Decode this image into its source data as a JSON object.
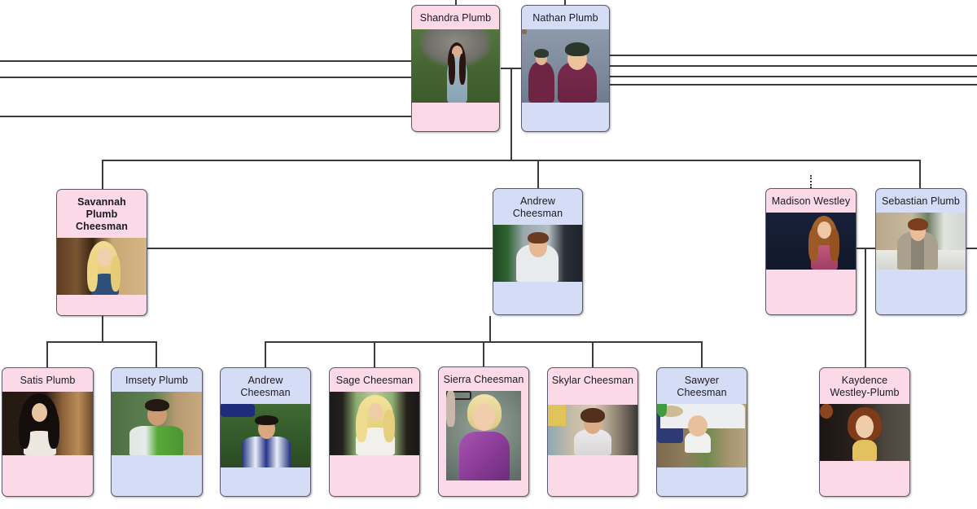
{
  "diagram": {
    "type": "family-tree",
    "generations": 3,
    "colors": {
      "female_card": "#fcd9e6",
      "male_card": "#d5dcf5",
      "card_border": "#5a5a6e",
      "connector_line": "#3a3a3a",
      "background": "#ffffff"
    }
  },
  "people": [
    {
      "id": "shandra",
      "name": "Shandra Plumb",
      "sex": "female",
      "generation": 1,
      "focus": false,
      "photo": "woman-long-dark-hair-outdoors-rock-grass"
    },
    {
      "id": "nathan",
      "name": "Nathan Plumb",
      "sex": "male",
      "generation": 1,
      "focus": false,
      "photo": "man-dark-beret-maroon-shirt-indoors-mirror"
    },
    {
      "id": "savannah",
      "name": "Savannah Plumb Cheesman",
      "sex": "female",
      "generation": 2,
      "focus": true,
      "photo": "blonde-woman-blue-dress-indoors-wood-door"
    },
    {
      "id": "andrew_sr",
      "name": "Andrew Cheesman",
      "sex": "male",
      "generation": 2,
      "focus": false,
      "photo": "man-white-shirt-green-plant-window"
    },
    {
      "id": "madison",
      "name": "Madison Westley",
      "sex": "female",
      "generation": 2,
      "focus": false,
      "photo": "red-haired-woman-floral-dress-dark-background"
    },
    {
      "id": "sebastian",
      "name": "Sebastian Plumb",
      "sex": "male",
      "generation": 2,
      "focus": false,
      "photo": "man-grey-blazer-auburn-hair-outdoors"
    },
    {
      "id": "satis",
      "name": "Satis Plumb",
      "sex": "female",
      "generation": 3,
      "focus": false,
      "photo": "dark-haired-woman-white-top-wood-door"
    },
    {
      "id": "imsety",
      "name": "Imsety Plumb",
      "sex": "male",
      "generation": 3,
      "focus": false,
      "photo": "man-green-hoodie-phone-green-wall"
    },
    {
      "id": "andrew_jr",
      "name": "Andrew Cheesman",
      "sex": "male",
      "generation": 3,
      "focus": false,
      "photo": "teen-blue-graduation-cap-gown-trees"
    },
    {
      "id": "sage",
      "name": "Sage Cheesman",
      "sex": "female",
      "generation": 3,
      "focus": false,
      "photo": "blonde-woman-white-blouse-curtains-window"
    },
    {
      "id": "sierra",
      "name": "Sierra Cheesman",
      "sex": "female",
      "generation": 3,
      "focus": false,
      "photo": "blonde-woman-glasses-purple-top-portrait"
    },
    {
      "id": "skylar",
      "name": "Skylar Cheesman",
      "sex": "female",
      "generation": 3,
      "focus": false,
      "photo": "toddler-brown-hair-grey-pink-outfit-indoors"
    },
    {
      "id": "sawyer",
      "name": "Sawyer Cheesman",
      "sex": "male",
      "generation": 3,
      "focus": false,
      "photo": "baby-highchair-bowl-of-food"
    },
    {
      "id": "kaydence",
      "name": "Kaydence Westley-Plumb",
      "sex": "female",
      "generation": 3,
      "focus": false,
      "photo": "girl-red-pigtails-yellow-top-dark-room"
    }
  ],
  "name_lines": {
    "shandra": [
      "Shandra Plumb"
    ],
    "nathan": [
      "Nathan Plumb"
    ],
    "savannah": [
      "Savannah",
      "Plumb",
      "Cheesman"
    ],
    "andrew_sr": [
      "Andrew",
      "Cheesman"
    ],
    "madison": [
      "Madison Westley"
    ],
    "sebastian": [
      "Sebastian Plumb"
    ],
    "satis": [
      "Satis Plumb"
    ],
    "imsety": [
      "Imsety Plumb"
    ],
    "andrew_jr": [
      "Andrew",
      "Cheesman"
    ],
    "sage": [
      "Sage Cheesman"
    ],
    "sierra": [
      "Sierra Cheesman"
    ],
    "skylar": [
      "Skylar Cheesman"
    ],
    "sawyer": [
      "Sawyer",
      "Cheesman"
    ],
    "kaydence": [
      "Kaydence",
      "Westley-Plumb"
    ]
  },
  "relationships": {
    "couples": [
      {
        "partners": [
          "shandra",
          "nathan"
        ]
      },
      {
        "partners": [
          "savannah",
          "andrew_sr"
        ]
      },
      {
        "partners": [
          "madison",
          "sebastian"
        ]
      }
    ],
    "parent_child": [
      {
        "parents": [
          "shandra",
          "nathan"
        ],
        "children": [
          "savannah",
          "andrew_sr",
          "sebastian"
        ]
      },
      {
        "parents": [
          "savannah"
        ],
        "children": [
          "satis",
          "imsety"
        ]
      },
      {
        "parents": [
          "savannah",
          "andrew_sr"
        ],
        "children": [
          "andrew_jr",
          "sage",
          "sierra",
          "skylar",
          "sawyer"
        ]
      },
      {
        "parents": [
          "madison",
          "sebastian"
        ],
        "children": [
          "kaydence"
        ]
      }
    ],
    "unknown_parent_marker": {
      "person": "madison",
      "style": "dotted"
    }
  }
}
